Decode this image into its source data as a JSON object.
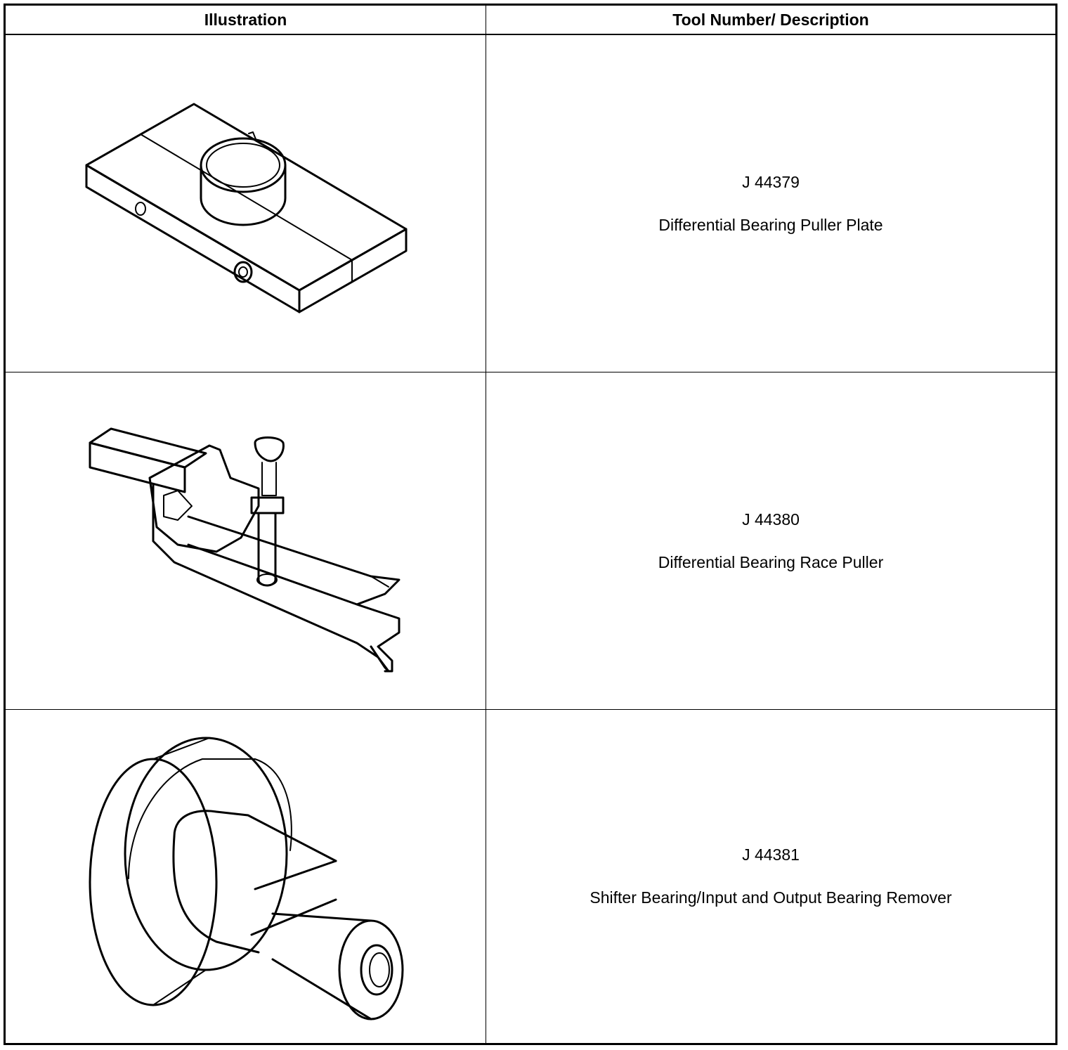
{
  "table": {
    "headers": {
      "illustration": "Illustration",
      "description": "Tool Number/ Description"
    },
    "rows": [
      {
        "tool_number": "J 44379",
        "description": "Differential Bearing Puller Plate",
        "illustration": "puller-plate"
      },
      {
        "tool_number": "J 44380",
        "description": "Differential Bearing Race Puller",
        "illustration": "race-puller"
      },
      {
        "tool_number": "J 44381",
        "description": "Shifter Bearing/Input and Output Bearing Remover",
        "illustration": "bearing-remover"
      }
    ]
  }
}
